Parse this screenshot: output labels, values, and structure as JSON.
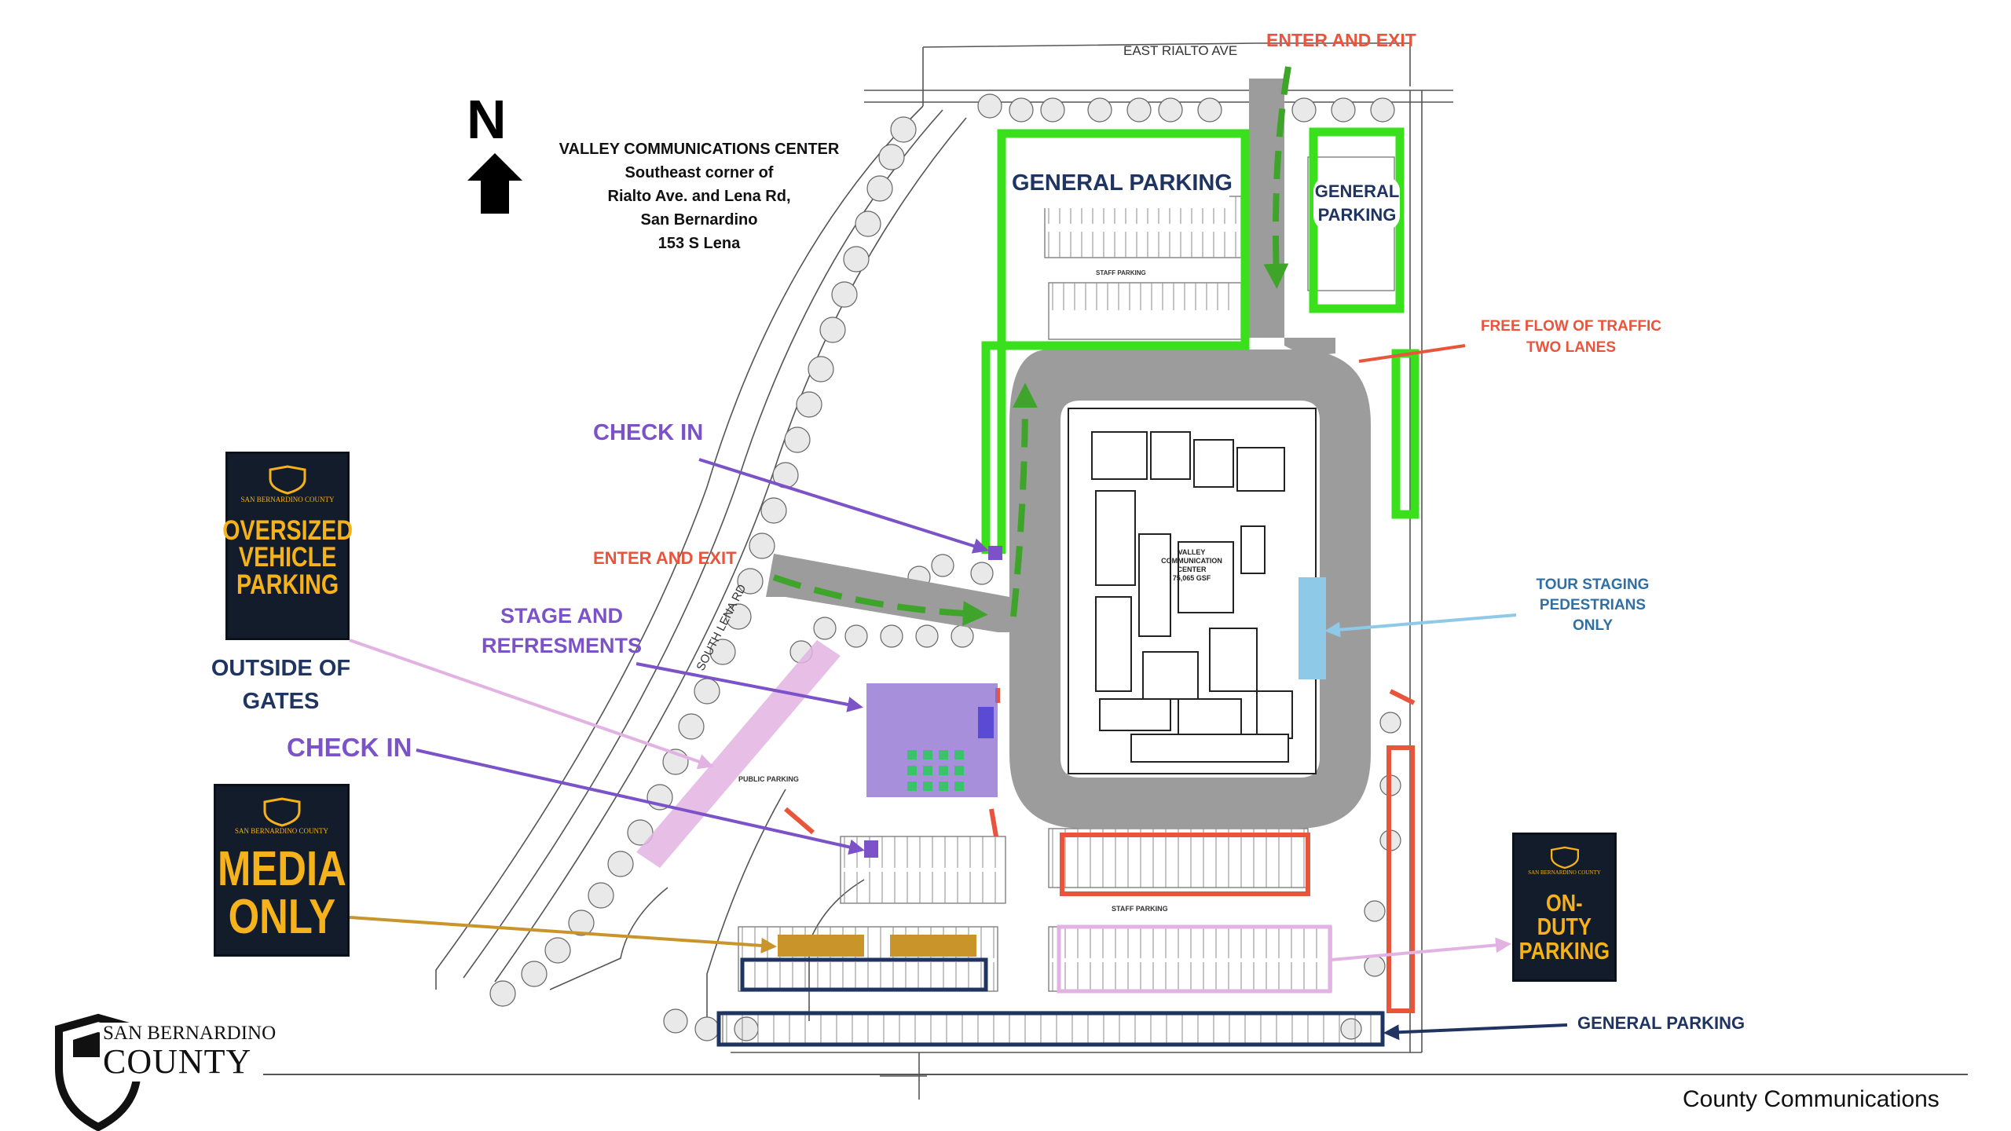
{
  "header": {
    "north_letter": "N",
    "location_lines": [
      "VALLEY COMMUNICATIONS CENTER",
      "Southeast corner of",
      "Rialto Ave. and Lena Rd,",
      "San Bernardino",
      "153 S Lena"
    ]
  },
  "streets": {
    "east_rialto": "EAST RIALTO AVE",
    "south_lena": "SOUTH LENA RD"
  },
  "building": {
    "name_lines": [
      "VALLEY",
      "COMMUNICATION",
      "CENTER",
      "75,065 GSF"
    ]
  },
  "map_text": {
    "staff_parking_top": "STAFF PARKING",
    "staff_parking_bottom": "STAFF PARKING",
    "public_parking": "PUBLIC PARKING"
  },
  "labels": {
    "enter_exit_top": "ENTER AND EXIT",
    "enter_exit_left": "ENTER AND EXIT",
    "general_parking_nw": "GENERAL PARKING",
    "general_parking_ne": [
      "GENERAL",
      "PARKING"
    ],
    "free_flow": [
      "FREE FLOW OF TRAFFIC",
      "TWO LANES"
    ],
    "check_in_upper": "CHECK IN",
    "check_in_lower": "CHECK IN",
    "stage": [
      "STAGE AND",
      "REFRESMENTS"
    ],
    "outside_gates": [
      "OUTSIDE OF",
      "GATES"
    ],
    "tour_staging": [
      "TOUR STAGING",
      "PEDESTRIANS",
      "ONLY"
    ],
    "general_parking_bottom": "GENERAL PARKING",
    "footer_right": "County Communications"
  },
  "signs": {
    "oversized": {
      "lines": [
        "OVERSIZED",
        "VEHICLE",
        "PARKING"
      ],
      "emblem": "SAN BERNARDINO COUNTY"
    },
    "media": {
      "lines": [
        "MEDIA",
        "ONLY"
      ],
      "emblem": "SAN BERNARDINO COUNTY"
    },
    "on_duty": {
      "lines": [
        "ON-DUTY",
        "PARKING"
      ],
      "emblem": "SAN BERNARDINO COUNTY"
    }
  },
  "logo": {
    "line1": "SAN BERNARDINO",
    "line2": "COUNTY"
  },
  "colors": {
    "general_green": "#39e01b",
    "enter_red": "#e8543c",
    "checkin_purple": "#7b52c8",
    "stage_purple": "#8a6ad0",
    "tour_blue": "#8ec9e8",
    "media_gold": "#c9952a",
    "navy": "#1f3461",
    "oversized_pink": "#e2b3e2",
    "road_gray": "#9c9c9c",
    "sign_bg": "#131c2a",
    "sign_text": "#f5b21a"
  },
  "icons": [
    "north-arrow-icon",
    "county-shield-icon",
    "tree-icon"
  ]
}
